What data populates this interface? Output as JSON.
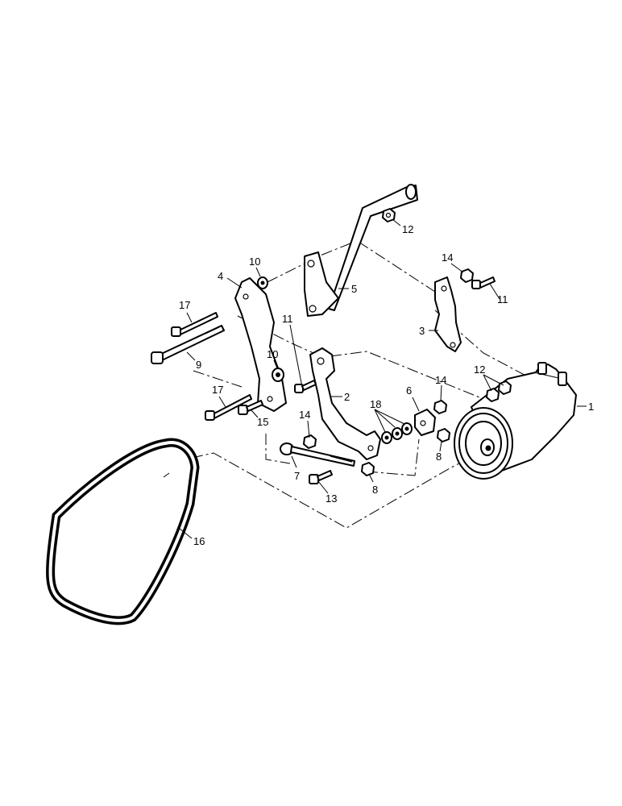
{
  "callouts": [
    {
      "id": "c1",
      "text": "1"
    },
    {
      "id": "c2",
      "text": "2"
    },
    {
      "id": "c3",
      "text": "3"
    },
    {
      "id": "c4",
      "text": "4"
    },
    {
      "id": "c5",
      "text": "5"
    },
    {
      "id": "c6",
      "text": "6"
    },
    {
      "id": "c7",
      "text": "7"
    },
    {
      "id": "c8a",
      "text": "8"
    },
    {
      "id": "c8b",
      "text": "8"
    },
    {
      "id": "c9",
      "text": "9"
    },
    {
      "id": "c10a",
      "text": "10"
    },
    {
      "id": "c10b",
      "text": "10"
    },
    {
      "id": "c11a",
      "text": "11"
    },
    {
      "id": "c11b",
      "text": "11"
    },
    {
      "id": "c12a",
      "text": "12"
    },
    {
      "id": "c12b",
      "text": "12"
    },
    {
      "id": "c13",
      "text": "13"
    },
    {
      "id": "c14a",
      "text": "14"
    },
    {
      "id": "c14b",
      "text": "14"
    },
    {
      "id": "c14c",
      "text": "14"
    },
    {
      "id": "c15",
      "text": "15"
    },
    {
      "id": "c16",
      "text": "16"
    },
    {
      "id": "c17a",
      "text": "17"
    },
    {
      "id": "c17b",
      "text": "17"
    },
    {
      "id": "c18",
      "text": "18"
    }
  ]
}
